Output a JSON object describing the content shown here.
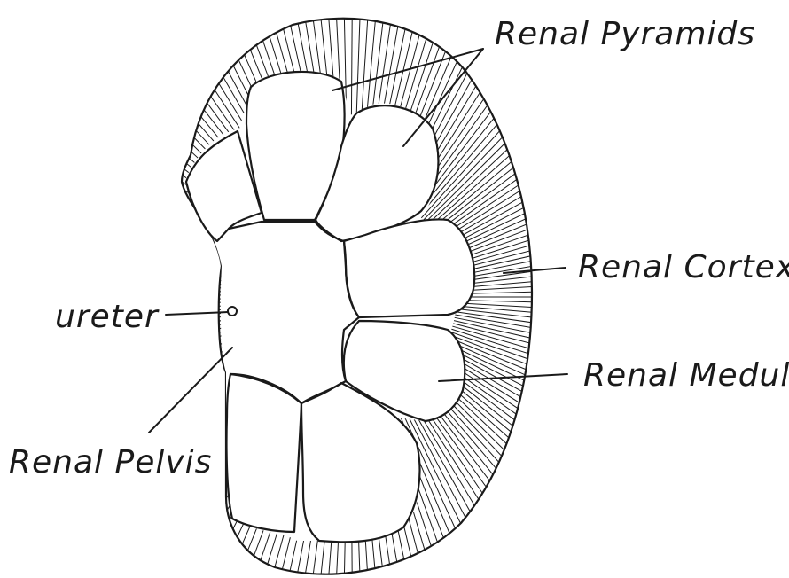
{
  "labels": {
    "renal_pyramids": "Renal Pyramids",
    "renal_cortex": "Renal Cortex",
    "renal_medulla": "Renal Medulla",
    "ureter": "ureter",
    "renal_pelvis": "Renal Pelvis"
  },
  "colors": {
    "ink": "#1a1a1a",
    "paper": "#ffffff"
  }
}
